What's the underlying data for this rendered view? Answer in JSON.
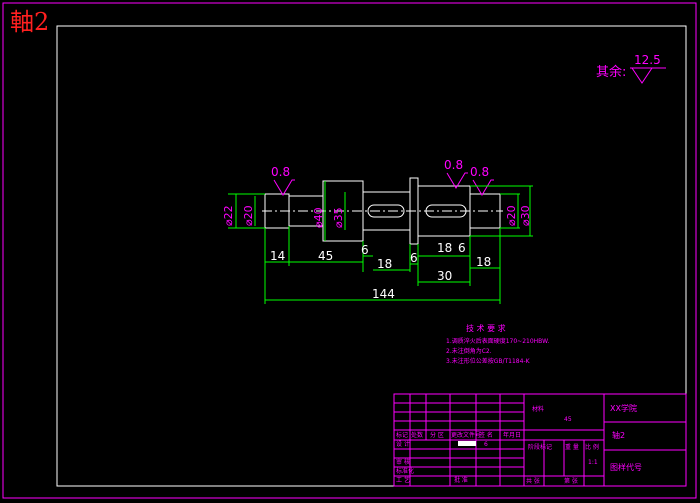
{
  "title": "軸2",
  "roughness_note": {
    "label": "其余:",
    "value": "12.5"
  },
  "surface_marks": [
    "0.8",
    "0.8",
    "0.8"
  ],
  "diameters": [
    "⌀22",
    "⌀20",
    "⌀40",
    "⌀35",
    "⌀20",
    "⌀30"
  ],
  "lengths": [
    "14",
    "45",
    "6",
    "18",
    "6",
    "18",
    "6",
    "30",
    "18",
    "144"
  ],
  "tech_requirements": {
    "heading": "技 术 要 求",
    "items": [
      "1.调质淬火后表面硬度170~210HBW.",
      "2.未注倒角为C2.",
      "3.未注形位公差按GB/T1184-K"
    ]
  },
  "title_block": {
    "material_label": "材料",
    "material_value": "45",
    "school": "XX学院",
    "part_name": "轴2",
    "drawing_no": "图样代号",
    "scale": "1:1",
    "stage_label": "阶段标记",
    "weight_label": "重 量",
    "scale_label": "比 例",
    "mark_label": "标记",
    "count_label": "处数",
    "zone_label": "分 区",
    "change_doc_label": "更改文件号",
    "sign_label": "签 名",
    "date_label": "年月日",
    "design_label": "设 计",
    "check_label": "审 核",
    "craft_label": "工 艺",
    "std_label": "标准化",
    "approve_label": "批 准",
    "sheets_total": "共  张",
    "sheet_no": "第  张",
    "sheet_num": "6"
  },
  "colors": {
    "frame": "#ff00ff",
    "outline": "#ffffff",
    "dimension": "#00ff00",
    "text": "#ff00ff",
    "red": "#ff2020"
  }
}
